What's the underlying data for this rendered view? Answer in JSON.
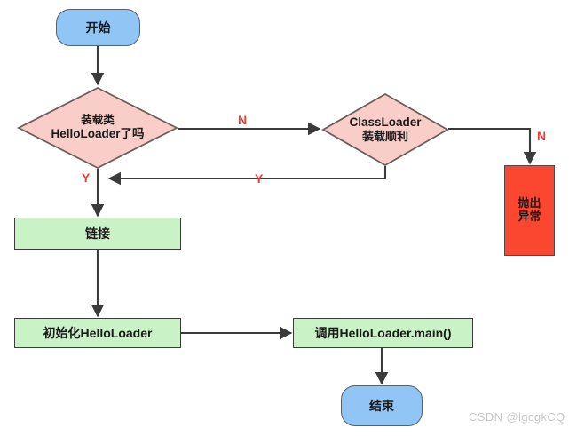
{
  "diagram": {
    "title": "HelloLoader class loading flowchart",
    "watermark": "CSDN @lgcgkCQ",
    "colors": {
      "start_fill": "#90c5f5",
      "decision_fill": "#facec8",
      "process_fill": "#c9f2c7",
      "error_fill": "#fb4630",
      "branch_label": "#f23a2e",
      "edge_stroke": "#3b3b3b",
      "node_stroke": "#3b3b3b"
    },
    "nodes": {
      "start": {
        "label": "开始",
        "shape": "terminator"
      },
      "decision_loaded": {
        "line1": "装载类",
        "line2": "HelloLoader了吗",
        "shape": "decision"
      },
      "decision_classloader": {
        "line1": "ClassLoader",
        "line2": "装载顺利",
        "shape": "decision"
      },
      "throw_exception": {
        "line1": "抛出",
        "line2": "异常",
        "shape": "process"
      },
      "link": {
        "label": "链接",
        "shape": "process"
      },
      "init": {
        "label": "初始化HelloLoader",
        "shape": "process"
      },
      "call_main": {
        "label": "调用HelloLoader.main()",
        "shape": "process"
      },
      "end": {
        "label": "结束",
        "shape": "terminator"
      }
    },
    "branch_labels": {
      "loaded_no": "N",
      "loaded_yes": "Y",
      "classloader_yes": "Y",
      "classloader_no": "N"
    }
  }
}
